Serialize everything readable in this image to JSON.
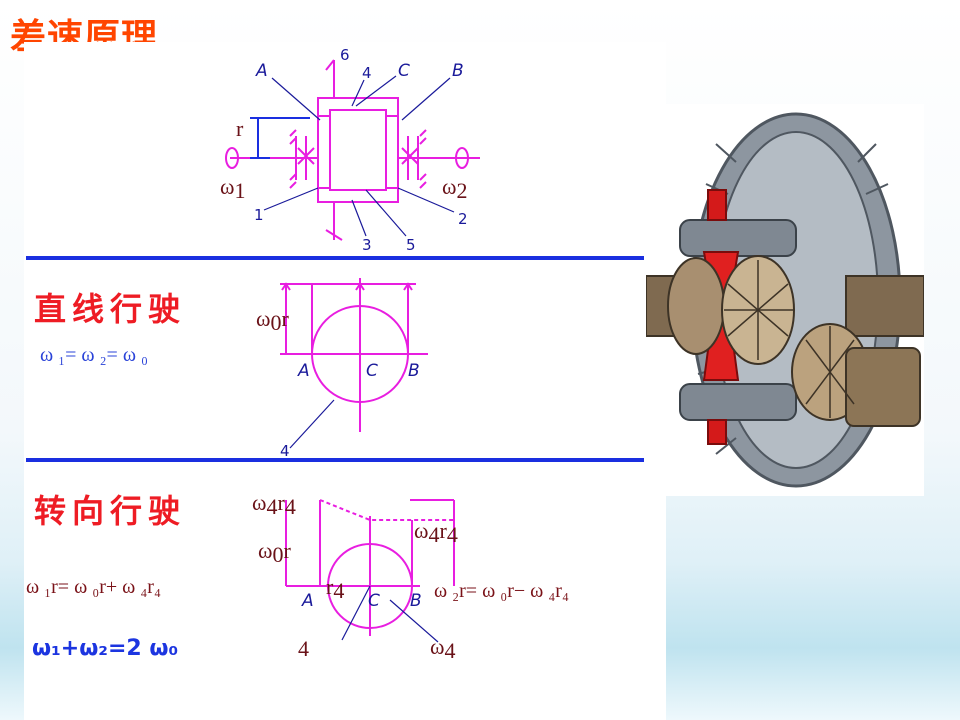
{
  "slide": {
    "title": "差速原理"
  },
  "mechanism": {
    "labels": {
      "A": "A",
      "B": "B",
      "C": "C"
    },
    "part_numbers": [
      "1",
      "2",
      "3",
      "4",
      "5",
      "6"
    ],
    "radius": "r",
    "omega1": "ω",
    "omega1_sub": "1",
    "omega2": "ω",
    "omega2_sub": "2"
  },
  "straight": {
    "title": "直线行驶",
    "equation": "ω ₁= ω ₂= ω ₀",
    "speed_label": "ω",
    "speed_sub": "0",
    "speed_r": "r",
    "A": "A",
    "B": "B",
    "C": "C",
    "part": "4"
  },
  "turning": {
    "title": "转向行驶",
    "equation_left": "ω ₁r= ω ₀r+ ω ₄r₄",
    "equation_right": "ω ₂r= ω ₀r− ω ₄r₄",
    "equation_sum": "ω₁+ω₂=2 ω₀",
    "w4r4": "ω",
    "w4r4_sub": "4",
    "w4r4_r": "r",
    "w4r4_rsub": "4",
    "w0r": "ω",
    "w0r_sub": "0",
    "w0r_r": "r",
    "r4": "r",
    "r4_sub": "4",
    "A": "A",
    "B": "B",
    "C": "C",
    "part": "4",
    "omega4": "ω",
    "omega4_sub": "4"
  },
  "colors": {
    "title": "#ff4500",
    "section_title": "#ee1c24",
    "magenta": "#e81ee0",
    "divider": "#1a2fe0",
    "equation_maroon": "#7a1218",
    "equation_blue": "#2a43d8"
  }
}
